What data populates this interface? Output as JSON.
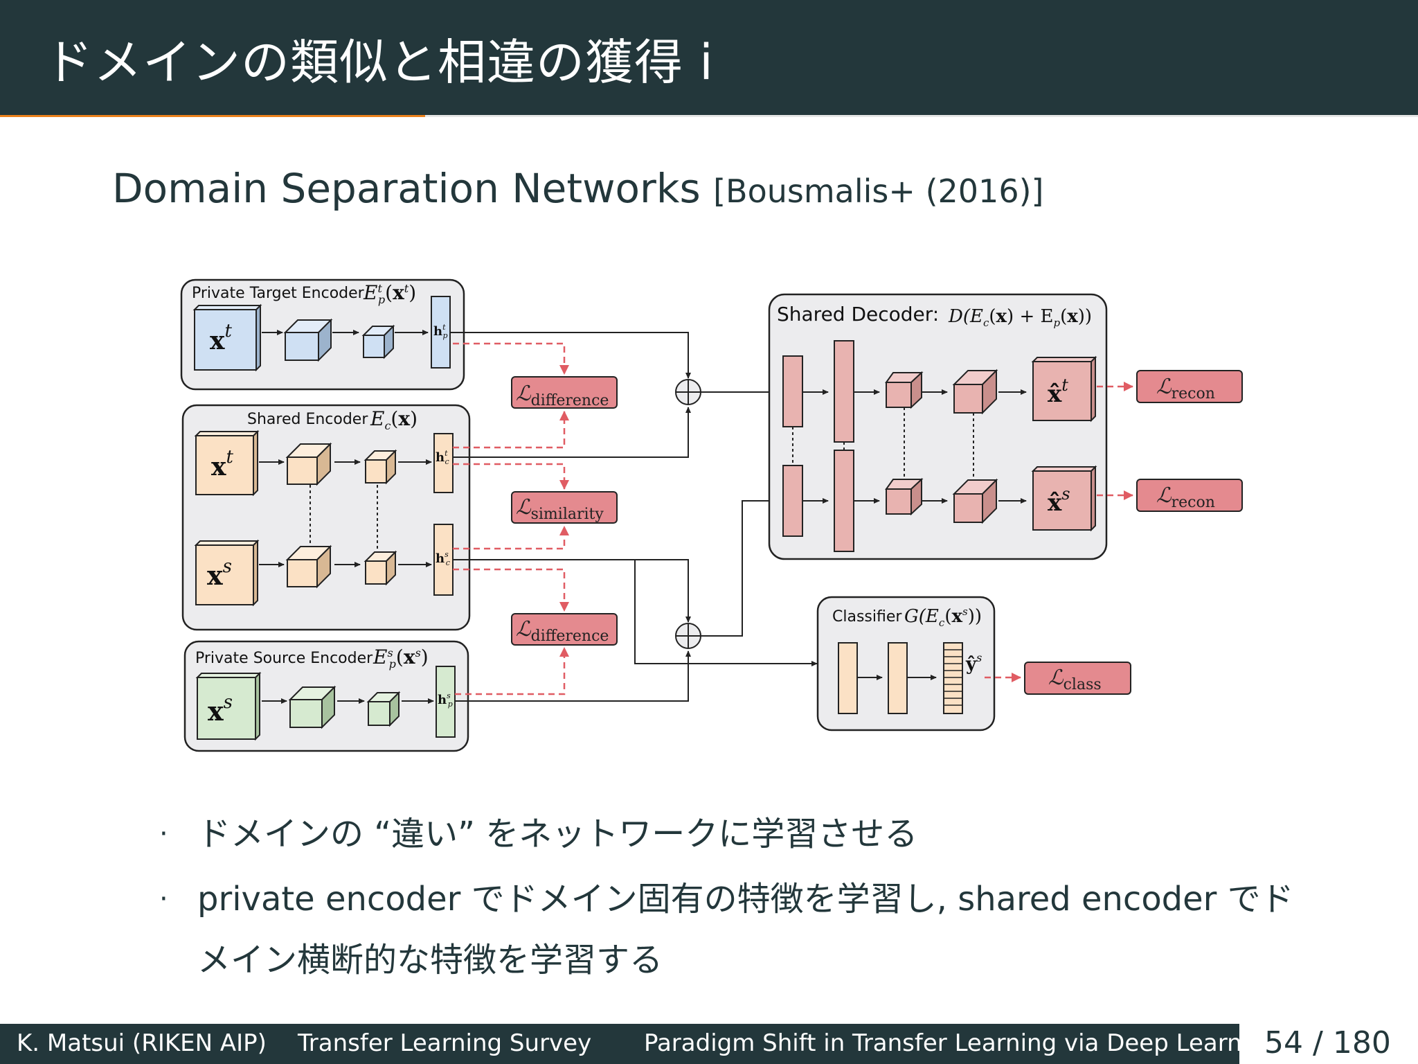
{
  "title": "ドメインの類似と相違の獲得 i",
  "progress_fraction": 0.3,
  "subtitle": {
    "main": "Domain Separation Networks ",
    "citation": "[Bousmalis+ (2016)]"
  },
  "diagram": {
    "private_target_encoder": {
      "label": "Private Target Encoder",
      "formula": "E",
      "input": "x",
      "input_sup": "t",
      "code": "h",
      "code_sub": "p",
      "code_sup": "t"
    },
    "shared_encoder": {
      "label": "Shared Encoder",
      "formula": "E",
      "input_t": "x",
      "input_t_sup": "t",
      "input_s": "x",
      "input_s_sup": "s",
      "code_t": "h",
      "code_t_sub": "c",
      "code_t_sup": "t",
      "code_s": "h",
      "code_s_sub": "c",
      "code_s_sup": "s"
    },
    "private_source_encoder": {
      "label": "Private Source Encoder",
      "formula": "E",
      "input": "x",
      "input_sup": "s",
      "code": "h",
      "code_sub": "p",
      "code_sup": "s"
    },
    "shared_decoder": {
      "label": "Shared Decoder:",
      "formula": "D(E",
      "output_t": "x̂",
      "output_t_sup": "t",
      "output_s": "x̂",
      "output_s_sup": "s"
    },
    "classifier": {
      "label": "Classifier",
      "formula": "G(E",
      "output": "ŷ",
      "output_sup": "s"
    },
    "losses": {
      "difference_top": {
        "symbol": "ℒ",
        "sub": "difference"
      },
      "similarity": {
        "symbol": "ℒ",
        "sub": "similarity"
      },
      "difference_bottom": {
        "symbol": "ℒ",
        "sub": "difference"
      },
      "recon_top": {
        "symbol": "ℒ",
        "sub": "recon"
      },
      "recon_bottom": {
        "symbol": "ℒ",
        "sub": "recon"
      },
      "class": {
        "symbol": "ℒ",
        "sub": "class"
      }
    },
    "colors": {
      "target_encoder": "#cfe0f3",
      "shared_encoder": "#fbe1c5",
      "source_encoder": "#d6ead0",
      "decoder": "#e8b3b0",
      "loss_box": "#e48a8f",
      "loss_arrow": "#e05c63",
      "panel": "#ececee"
    }
  },
  "bullets": [
    "ドメインの “違い” をネットワークに学習させる",
    "private encoder でドメイン固有の特徴を学習し, shared encoder でドメイン横断的な特徴を学習する"
  ],
  "footer": {
    "author": "K. Matsui (RIKEN AIP)",
    "short_title": "Transfer Learning Survey",
    "section": "Paradigm Shift in Transfer Learning via Deep Learning",
    "page_current": "54",
    "page_separator": "/",
    "page_total": "180"
  }
}
